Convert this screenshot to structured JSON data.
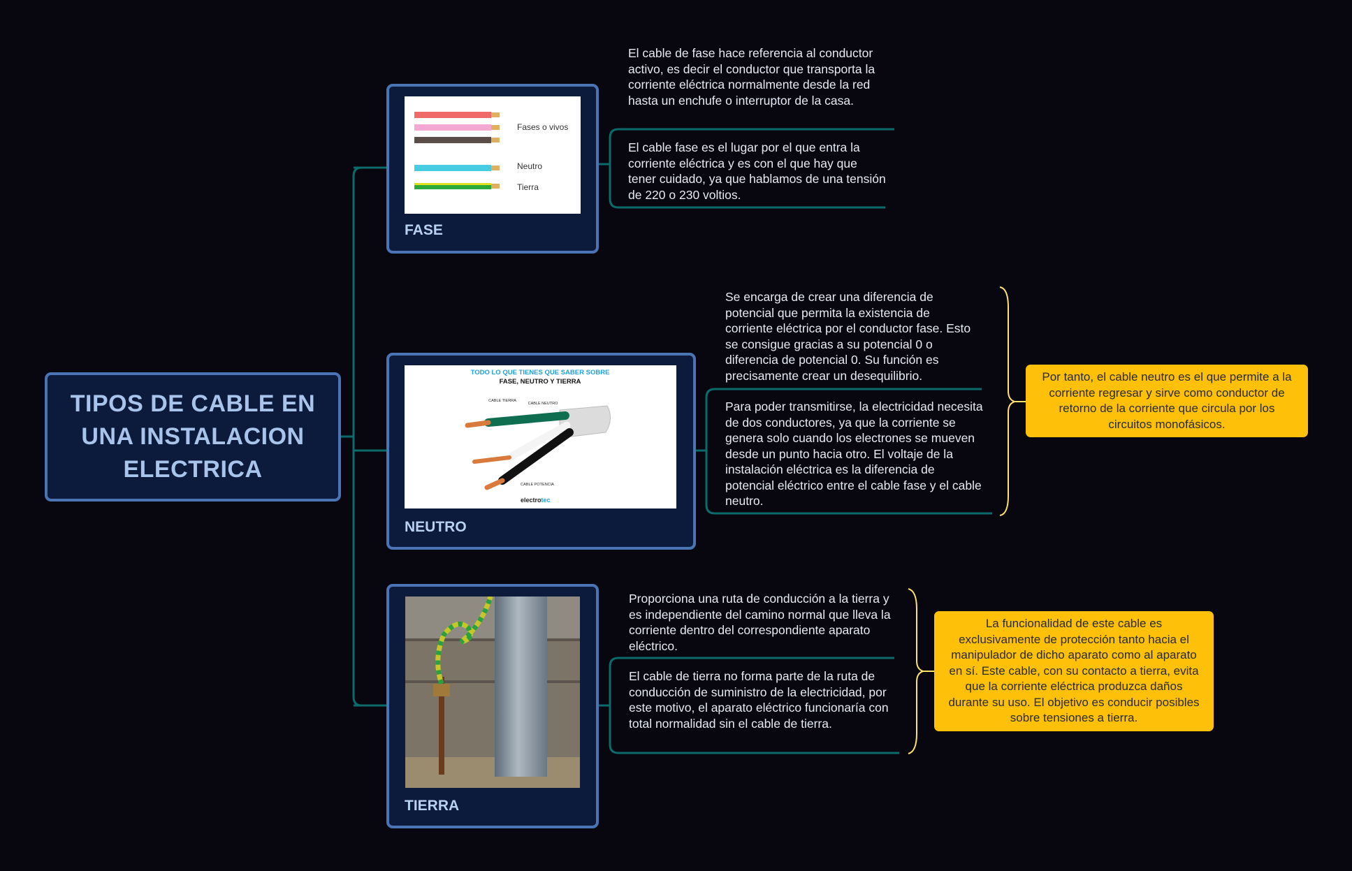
{
  "central_topic": "TIPOS DE CABLE EN UNA INSTALACION ELECTRICA",
  "branches": [
    {
      "label": "FASE",
      "image": {
        "labels": [
          "Fases o vivos",
          "Neutro",
          "Tierra"
        ]
      },
      "notes": [
        "El cable de fase hace referencia al conductor activo, es decir el conductor que transporta la corriente eléctrica normalmente desde la red hasta un enchufe o interruptor de la casa.",
        "El cable fase es el lugar por el que entra la corriente eléctrica y es con el que hay que tener cuidado, ya que hablamos de una tensión de 220 o 230 voltios."
      ]
    },
    {
      "label": "NEUTRO",
      "image": {
        "title_line1": "TODO LO QUE TIENES QUE SABER SOBRE",
        "title_line2": "FASE, NEUTRO Y TIERRA",
        "cable_tierra": "CABLE TIERRA",
        "cable_neutro": "CABLE NEUTRO",
        "cable_potencia": "CABLE POTENCIA",
        "brand_a": "electro",
        "brand_b": "tec"
      },
      "notes": [
        "Se encarga de crear una diferencia de potencial que permita la existencia de corriente eléctrica por el conductor fase. Esto se consigue gracias a su potencial 0 o diferencia de potencial 0. Su función es precisamente crear un desequilibrio.",
        "Para poder transmitirse, la electricidad necesita de dos conductores, ya que la corriente se genera solo cuando los electrones se mueven desde un punto hacia otro. El voltaje de la instalación eléctrica es la diferencia de potencial eléctrico entre el cable fase y el cable neutro."
      ],
      "summary": "Por tanto, el cable neutro es el que permite a la corriente regresar y sirve como conductor de retorno de la corriente que circula por los circuitos monofásicos."
    },
    {
      "label": "TIERRA",
      "notes": [
        "Proporciona una ruta de conducción a la tierra y es independiente del camino normal que lleva la corriente dentro del correspondiente aparato eléctrico.",
        "El cable de tierra no forma parte de la ruta de conducción de suministro de la electricidad, por este motivo, el aparato eléctrico funcionaría con total normalidad sin el cable de tierra."
      ],
      "summary": "La funcionalidad de este cable es exclusivamente de protección tanto hacia el manipulador de dicho aparato como al aparato en sí. Este cable, con su contacto a tierra, evita que la corriente eléctrica produzca daños durante su uso. El objetivo es conducir posibles sobre tensiones a tierra."
    }
  ],
  "colors": {
    "background": "#08060f",
    "node_fill": "#0c1a3c",
    "node_border": "#4a74b4",
    "connector": "#0b6b6a",
    "bracket": "#ffe26a",
    "callout": "#ffc00a"
  },
  "icons": [
    "cable-colors-image",
    "cable-cutaway-image",
    "ground-rod-photo"
  ]
}
